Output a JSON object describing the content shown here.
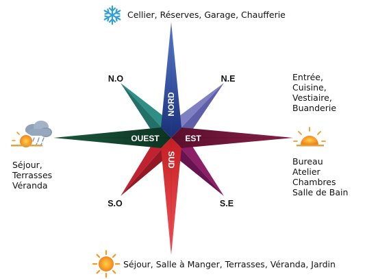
{
  "compass": {
    "north": "NORD",
    "south": "SUD",
    "east": "EST",
    "west": "OUEST",
    "northwest": "N.O",
    "northeast": "N.E",
    "southwest": "S.O",
    "southeast": "S.E"
  },
  "rooms": {
    "north": "Cellier, Réserves, Garage, Chaufferie",
    "northeast": [
      "Entrée,",
      "Cuisine,",
      "Vestiaire,",
      "Buanderie"
    ],
    "west": [
      "Séjour,",
      "Terrasses",
      "Véranda"
    ],
    "east": [
      "Bureau",
      "Atelier",
      "Chambres",
      "Salle de Bain"
    ],
    "south": "Séjour, Salle à Manger, Terrasses, Véranda, Jardin"
  },
  "icons": {
    "north": "snowflake-icon",
    "west": "sun-behind-rain-cloud-icon",
    "east": "setting-sun-icon",
    "south": "sun-icon"
  },
  "colors": {
    "north": "#1f3a8c",
    "south": "#e02a2e",
    "east": "#6e1235",
    "west": "#10402c",
    "northwest": "#2f8f86",
    "northeast": "#6e6fb8",
    "southwest": "#b01f2c",
    "southeast": "#7a1a5e",
    "snowflake": "#2f9fd8",
    "sun": "#f39a1e",
    "cloud": "#8fa2b8"
  }
}
